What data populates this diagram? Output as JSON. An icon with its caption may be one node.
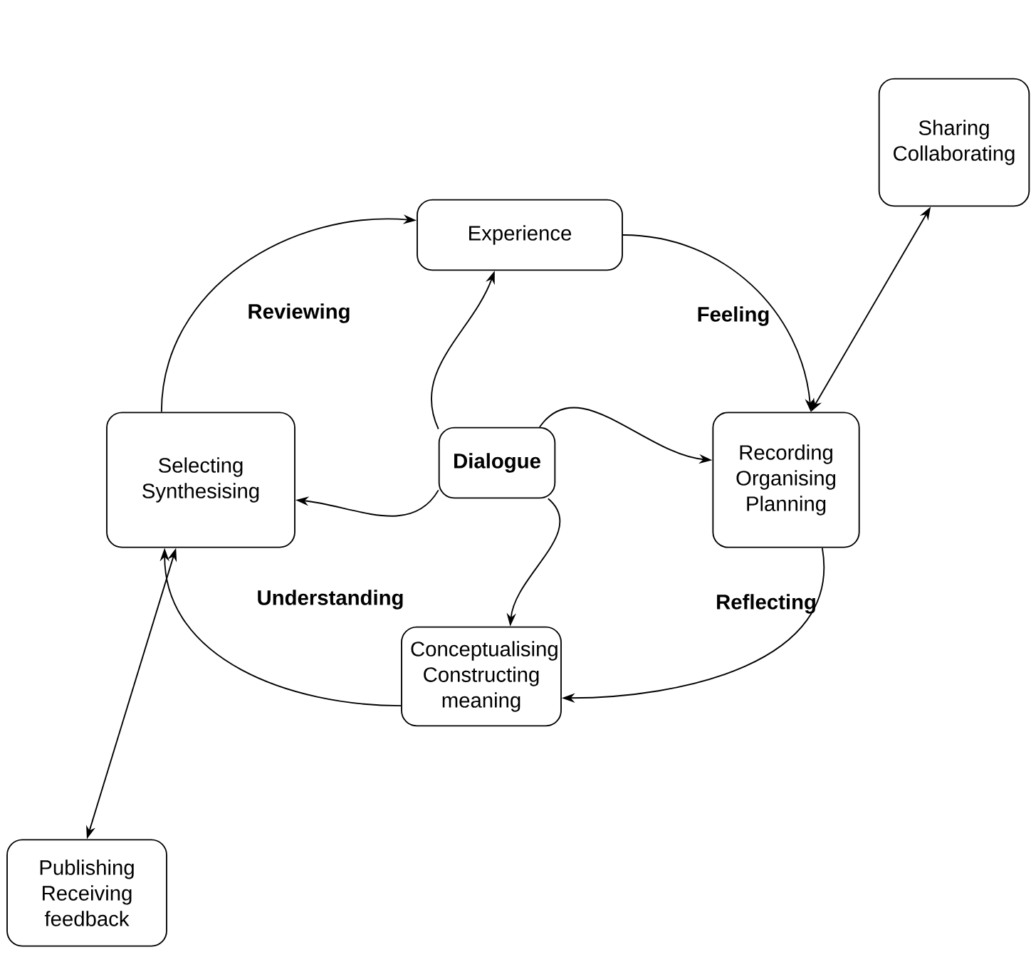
{
  "diagram": {
    "nodes": [
      {
        "text": [
          "Experience"
        ]
      },
      {
        "text": [
          "Sharing Collaborating"
        ]
      },
      {
        "text": [
          "Recording Organising Planning"
        ]
      },
      {
        "text": [
          "Selecting Synthesising"
        ]
      },
      {
        "text": [
          "Dialogue"
        ]
      },
      {
        "text": [
          "Conceptualising Constructing meaning"
        ]
      },
      {
        "text": [
          "Publishing Receiving feedback"
        ]
      }
    ],
    "edges": [
      {
        "from": 3,
        "to": 0,
        "arrow": "to"
      },
      {
        "from": 0,
        "to": 2,
        "arrow": "to"
      },
      {
        "from": 2,
        "to": 5,
        "arrow": "to"
      },
      {
        "from": 5,
        "to": 3,
        "arrow": "to"
      },
      {
        "from": 4,
        "to": 0,
        "arrow": "to"
      },
      {
        "from": 4,
        "to": 2,
        "arrow": "to"
      },
      {
        "from": 4,
        "to": 5,
        "arrow": "to"
      },
      {
        "from": 4,
        "to": 3,
        "arrow": "to"
      },
      {
        "from": 1,
        "to": 2,
        "arrow": "both"
      },
      {
        "from": 6,
        "to": 3,
        "arrow": "both"
      }
    ],
    "labels": [
      "Reviewing",
      "Feeling",
      "Understanding",
      "Reflecting"
    ]
  }
}
